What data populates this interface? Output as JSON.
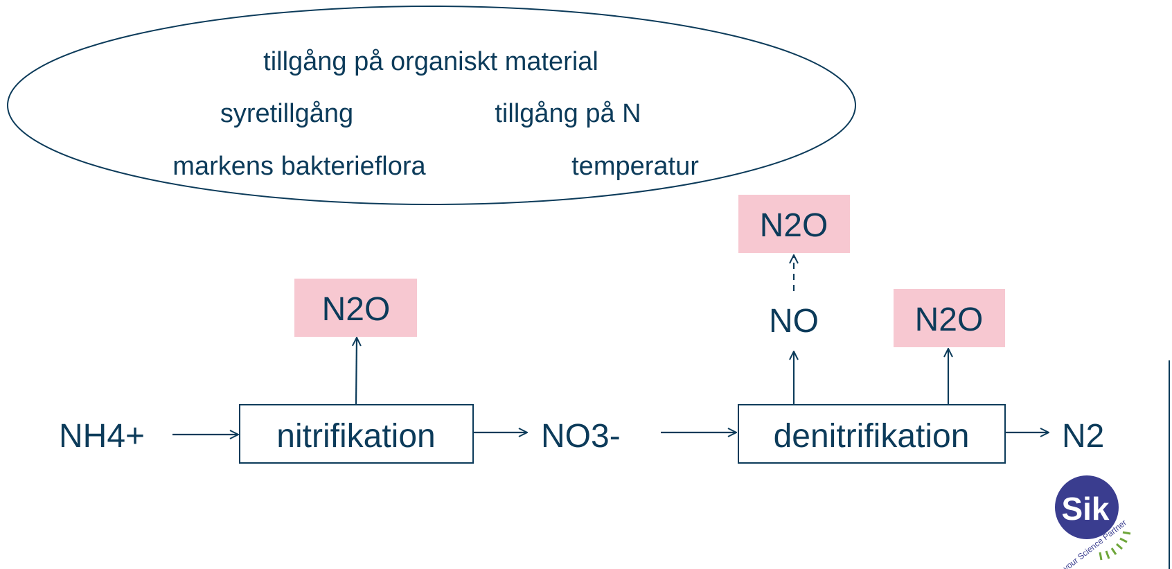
{
  "factors": {
    "organic_material": "tillgång på organiskt material",
    "oxygen": "syretillgång",
    "nitrogen": "tillgång på N",
    "bacteria": "markens bakterieflora",
    "temperature": "temperatur"
  },
  "species": {
    "nh4": "NH4+",
    "no3": "NO3-",
    "n2": "N2",
    "no": "NO",
    "n2o_nitrification": "N2O",
    "n2o_no": "N2O",
    "n2o_denitrification": "N2O"
  },
  "processes": {
    "nitrification": "nitrifikation",
    "denitrification": "denitrifikation"
  },
  "logo": {
    "mark": "Sik",
    "tagline": "your Science Partner"
  },
  "colors": {
    "text": "#0c3b5a",
    "n2o_fill": "#f7c8d1",
    "logo_circle": "#3a3d8f",
    "logo_green": "#6ea63a"
  }
}
